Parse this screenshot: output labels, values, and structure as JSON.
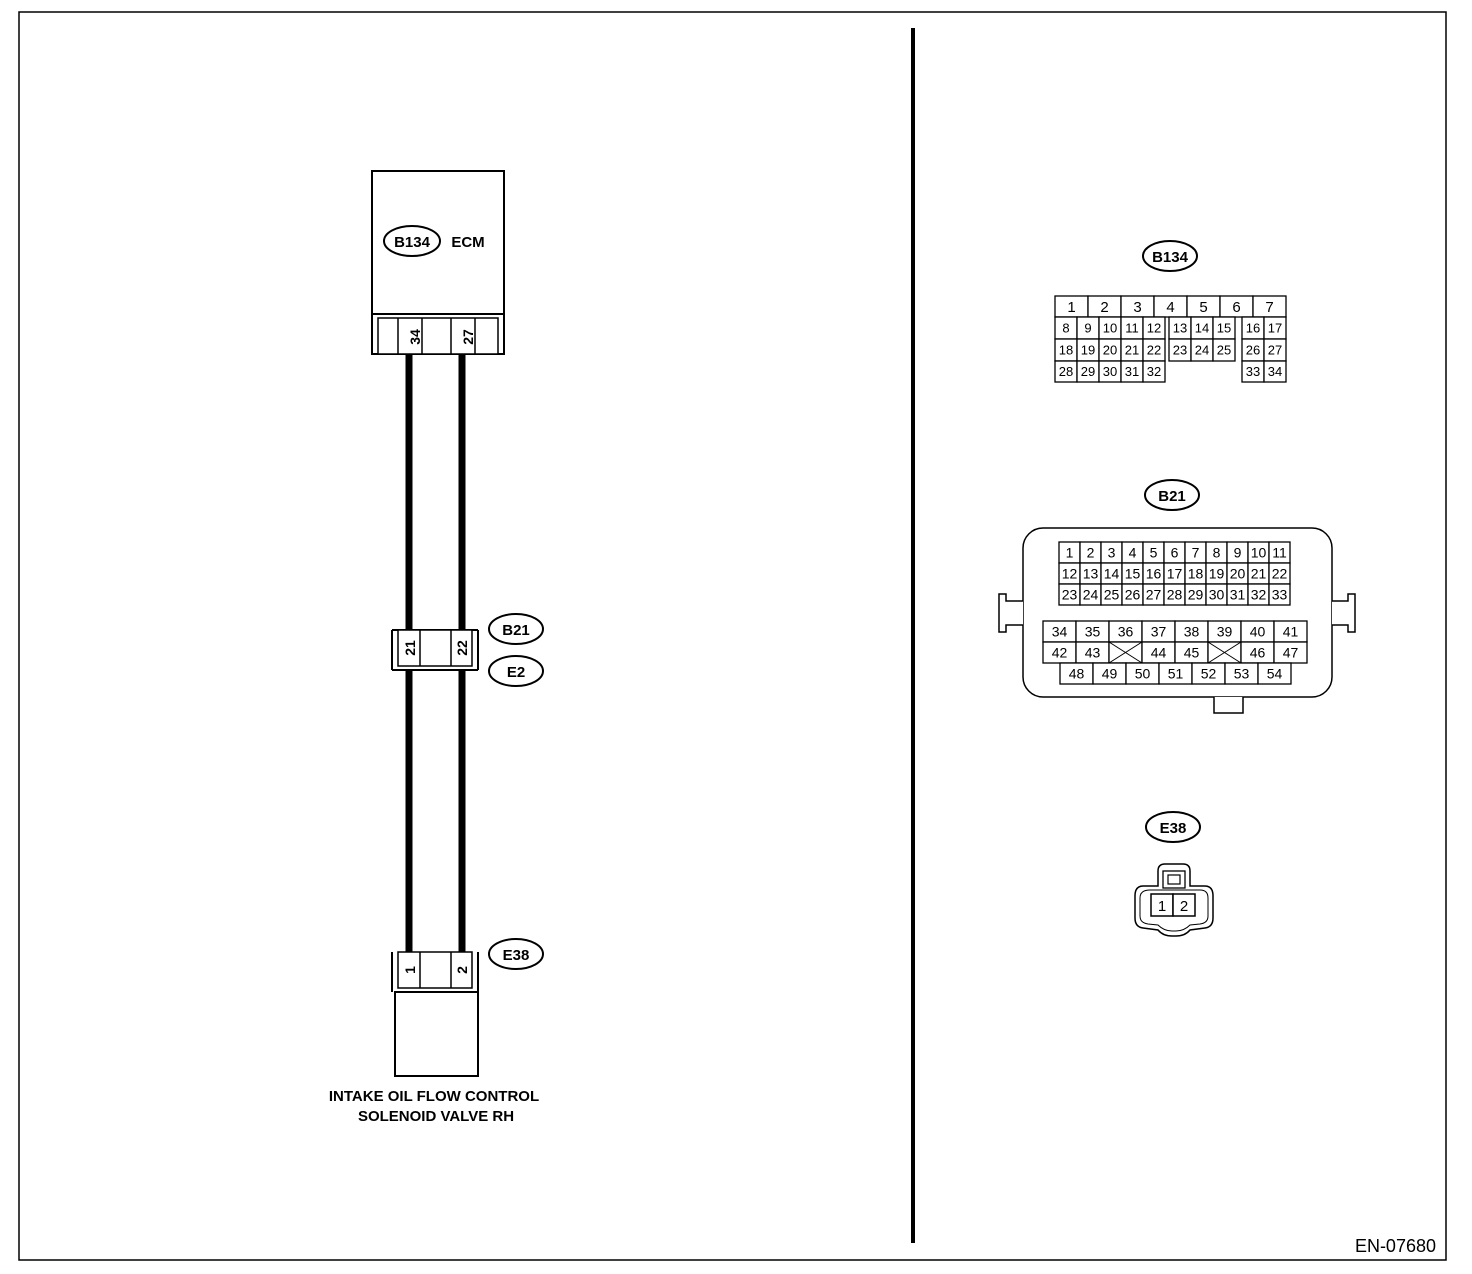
{
  "left": {
    "ecm": {
      "tag": "B134",
      "label": "ECM",
      "pins": [
        "34",
        "27"
      ]
    },
    "joint": {
      "tag_top": "B21",
      "tag_bottom": "E2",
      "pins": [
        "21",
        "22"
      ]
    },
    "valve": {
      "tag": "E38",
      "pins": [
        "1",
        "2"
      ],
      "label_line1": "INTAKE OIL FLOW CONTROL",
      "label_line2": "SOLENOID VALVE RH"
    }
  },
  "right": {
    "b134": {
      "tag": "B134",
      "row1": [
        "1",
        "2",
        "3",
        "4",
        "5",
        "6",
        "7"
      ],
      "row2a": [
        "8",
        "9",
        "10",
        "11",
        "12"
      ],
      "row2b": [
        "13",
        "14",
        "15"
      ],
      "row2c": [
        "16",
        "17"
      ],
      "row3a": [
        "18",
        "19",
        "20",
        "21",
        "22"
      ],
      "row3b": [
        "23",
        "24",
        "25"
      ],
      "row3c": [
        "26",
        "27"
      ],
      "row4a": [
        "28",
        "29",
        "30",
        "31",
        "32"
      ],
      "row4c": [
        "33",
        "34"
      ]
    },
    "b21": {
      "tag": "B21",
      "top1": [
        "1",
        "2",
        "3",
        "4",
        "5",
        "6",
        "7",
        "8",
        "9",
        "10",
        "11"
      ],
      "top2": [
        "12",
        "13",
        "14",
        "15",
        "16",
        "17",
        "18",
        "19",
        "20",
        "21",
        "22"
      ],
      "top3": [
        "23",
        "24",
        "25",
        "26",
        "27",
        "28",
        "29",
        "30",
        "31",
        "32",
        "33"
      ],
      "bot1": [
        "34",
        "35",
        "36",
        "37",
        "38",
        "39",
        "40",
        "41"
      ],
      "bot2": [
        "42",
        "43",
        "",
        "44",
        "45",
        "",
        "46",
        "47"
      ],
      "bot3": [
        "48",
        "49",
        "50",
        "51",
        "52",
        "53",
        "54"
      ]
    },
    "e38": {
      "tag": "E38",
      "pins": [
        "1",
        "2"
      ]
    }
  },
  "figure_id": "EN-07680"
}
